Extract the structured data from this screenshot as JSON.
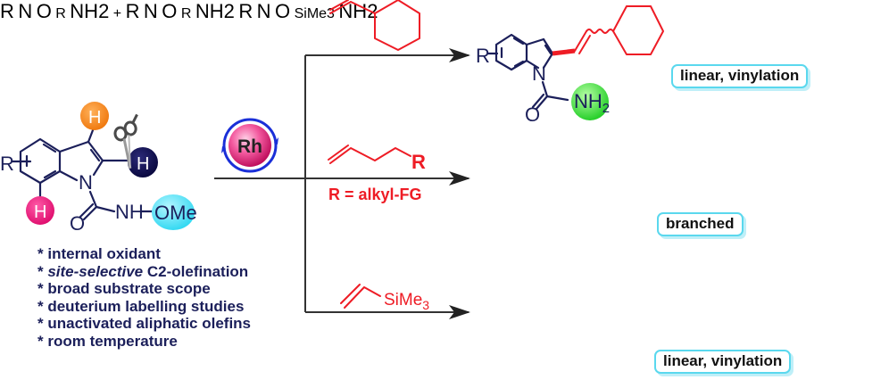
{
  "title": "Rh-catalyzed site-selective C2-olefination of indoles",
  "catalyst": {
    "label": "Rh"
  },
  "starting_material": {
    "r_label": "R",
    "n_label": "N",
    "o_label": "O",
    "nh_label": "NH",
    "directing_group": "OMe",
    "h_c3": "H",
    "h_c2": "H",
    "h_c7": "H"
  },
  "features": [
    {
      "prefix": "* ",
      "italic": "",
      "text": "internal oxidant"
    },
    {
      "prefix": "* ",
      "italic": "site-selective",
      "text": " C2-olefination"
    },
    {
      "prefix": "* ",
      "italic": "",
      "text": "broad substrate scope"
    },
    {
      "prefix": "* ",
      "italic": "",
      "text": "deuterium labelling studies"
    },
    {
      "prefix": "* ",
      "italic": "",
      "text": "unactivated aliphatic olefins"
    },
    {
      "prefix": "* ",
      "italic": "",
      "text": "room temperature"
    }
  ],
  "reagents": {
    "alkene_r": "R",
    "alkene_condition": "R = alkyl-FG",
    "vinylsilane": "SiMe",
    "vinylsilane_sub": "3"
  },
  "products": {
    "r_label": "R",
    "n_label": "N",
    "o_label": "O",
    "amide": "NH",
    "amide_sub": "2",
    "chain_r": "R",
    "plus": "+",
    "silyl": "SiMe",
    "silyl_sub": "3"
  },
  "tags": {
    "top": "linear, vinylation",
    "middle": "branched",
    "bottom": "linear, vinylation"
  },
  "colors": {
    "structure": "#1b1f5a",
    "new_bond": "#ee1c25",
    "h_c3": "#f7861a",
    "h_c2": "#0e0d4a",
    "h_c7": "#e8137a",
    "ome_ball": "#4fe3f5",
    "nh2_ball": "#49e24a",
    "tag_border": "#5ad8ee"
  }
}
